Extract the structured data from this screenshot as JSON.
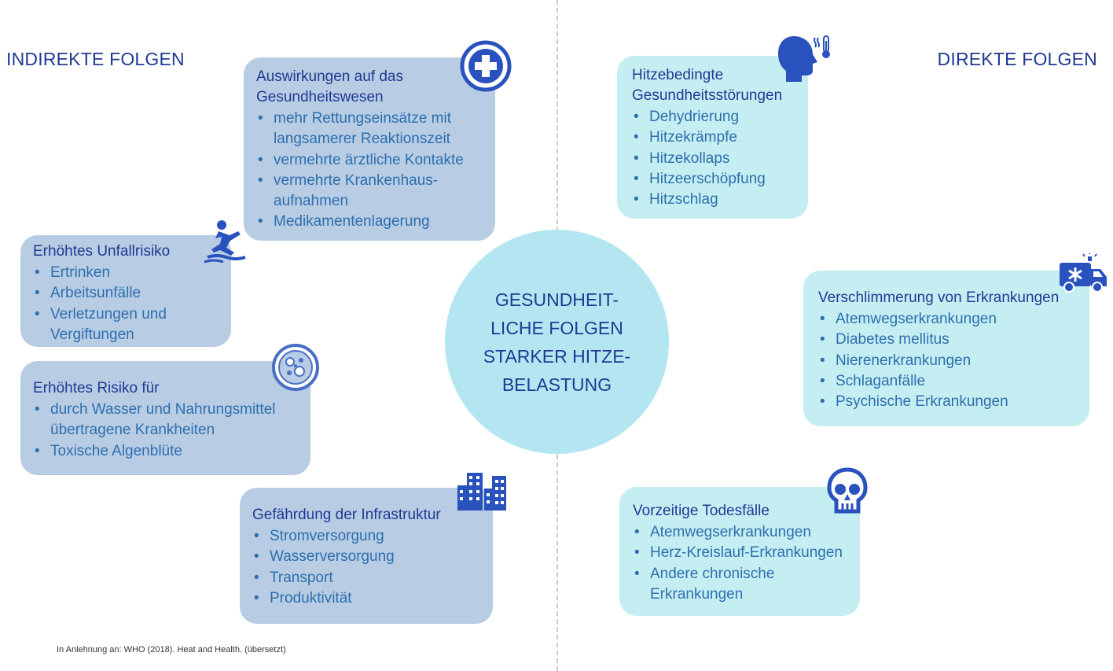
{
  "indirect_title": "INDIREKTE FOLGEN",
  "direct_title": "DIREKTE FOLGEN",
  "center_text": "GESUNDHEIT-LICHE FOLGEN STARKER HITZE-BELASTUNG",
  "source": "In Anlehnung an: WHO (2018). Heat and Health.  (übersetzt)",
  "colors": {
    "indirect_box": "#b8cce4",
    "direct_box": "#c5eef2",
    "center_circle": "#b4e6f1",
    "heading": "#1f3a93",
    "text": "#2d6fae",
    "icon": "#2a52be"
  },
  "boxes": {
    "healthcare": {
      "icon": "medical-cross-icon",
      "title": "Auswirkungen auf das Gesundheitswesen",
      "items": [
        "mehr Rettungseinsätze mit langsamerer Reaktionszeit",
        "vermehrte ärztliche Kontakte",
        "vermehrte Krankenhaus-aufnahmen",
        "Medikamentenlagerung"
      ]
    },
    "accident": {
      "icon": "slipping-person-icon",
      "title": "Erhöhtes Unfallrisiko",
      "items": [
        "Ertrinken",
        "Arbeitsunfälle",
        "Verletzungen und Vergiftungen"
      ]
    },
    "risk": {
      "icon": "bacteria-icon",
      "title": "Erhöhtes Risiko für",
      "items": [
        "durch Wasser und Nahrungsmittel übertragene Krankheiten",
        "Toxische Algenblüte"
      ]
    },
    "infrastructure": {
      "icon": "city-buildings-icon",
      "title": "Gefährdung der Infrastruktur",
      "items": [
        "Stromversorgung",
        "Wasserversorgung",
        "Transport",
        "Produktivität"
      ]
    },
    "heat_disorders": {
      "icon": "head-thermometer-icon",
      "title": "Hitzebedingte Gesundheitsstörungen",
      "items": [
        "Dehydrierung",
        "Hitzekrämpfe",
        "Hitzekollaps",
        "Hitzeerschöpfung",
        "Hitzschlag"
      ]
    },
    "worsening": {
      "icon": "ambulance-icon",
      "title": "Verschlimmerung von Erkrankungen",
      "items": [
        "Atemwegserkrankungen",
        "Diabetes mellitus",
        "Nierenerkrankungen",
        "Schlaganfälle",
        "Psychische Erkrankungen"
      ]
    },
    "deaths": {
      "icon": "skull-icon",
      "title": "Vorzeitige Todesfälle",
      "items": [
        "Atemwegserkrankungen",
        "Herz-Kreislauf-Erkrankungen",
        "Andere chronische Erkrankungen"
      ]
    }
  }
}
